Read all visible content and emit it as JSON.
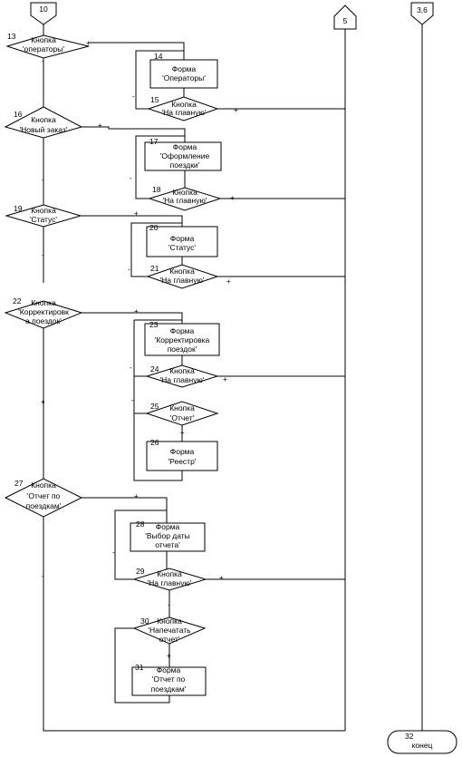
{
  "connectors": {
    "start": "10",
    "right_top": "5",
    "far_right": "3,6",
    "end_num": "32",
    "end_label": "конец"
  },
  "nodes": [
    {
      "id": "13",
      "type": "decision",
      "lines": [
        "Кнопка",
        "'операторы'"
      ]
    },
    {
      "id": "14",
      "type": "process",
      "lines": [
        "Форма",
        "'Операторы'"
      ]
    },
    {
      "id": "15",
      "type": "decision",
      "lines": [
        "Кнопка",
        "'На главную'"
      ]
    },
    {
      "id": "16",
      "type": "decision",
      "lines": [
        "Кнопка",
        "'Новый заказ'"
      ]
    },
    {
      "id": "17",
      "type": "process",
      "lines": [
        "Форма",
        "'Оформление",
        "поездки'"
      ]
    },
    {
      "id": "18",
      "type": "decision",
      "lines": [
        "Кнопка",
        "'На главную'"
      ]
    },
    {
      "id": "19",
      "type": "decision",
      "lines": [
        "Кнопка",
        "'Статус'"
      ]
    },
    {
      "id": "20",
      "type": "process",
      "lines": [
        "Форма",
        "'Статус'"
      ]
    },
    {
      "id": "21",
      "type": "decision",
      "lines": [
        "Кнопка",
        "'На главную'"
      ]
    },
    {
      "id": "22",
      "type": "decision",
      "lines": [
        "Кнопка",
        "'Корректировк",
        "а поездок'"
      ]
    },
    {
      "id": "23",
      "type": "process",
      "lines": [
        "Форма",
        "'Корректировка",
        "поездок'"
      ]
    },
    {
      "id": "24",
      "type": "decision",
      "lines": [
        "Кнопка",
        "'На главную'"
      ]
    },
    {
      "id": "25",
      "type": "decision",
      "lines": [
        "Кнопка",
        "'Отчет'"
      ]
    },
    {
      "id": "26",
      "type": "process",
      "lines": [
        "Форма",
        "'Реестр'"
      ]
    },
    {
      "id": "27",
      "type": "decision",
      "lines": [
        "Кнопка",
        "'Отчет по",
        "поездкам'"
      ]
    },
    {
      "id": "28",
      "type": "process",
      "lines": [
        "Форма",
        "'Выбор даты",
        "отчета'"
      ]
    },
    {
      "id": "29",
      "type": "decision",
      "lines": [
        "Кнопка",
        "'На главную'"
      ]
    },
    {
      "id": "30",
      "type": "decision",
      "lines": [
        "Кнопка",
        "'Напечатать",
        "отчет'"
      ]
    },
    {
      "id": "31",
      "type": "process",
      "lines": [
        "Форма",
        "'Отчет по",
        "поездкам'"
      ]
    }
  ],
  "signs": {
    "plus": "+",
    "minus": "-"
  }
}
